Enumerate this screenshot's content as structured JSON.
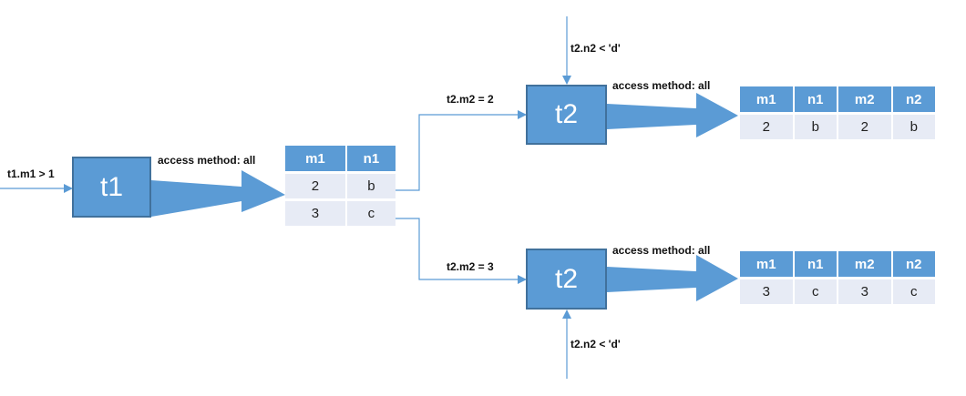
{
  "t1": {
    "name": "t1",
    "condition": "t1.m1 > 1",
    "access": "access method: all",
    "result": {
      "columns": [
        "m1",
        "n1"
      ],
      "rows": [
        [
          "2",
          "b"
        ],
        [
          "3",
          "c"
        ]
      ]
    }
  },
  "t2_top": {
    "name": "t2",
    "join": "t2.m2 = 2",
    "condition": "t2.n2 < 'd'",
    "access": "access method: all",
    "result": {
      "columns": [
        "m1",
        "n1",
        "m2",
        "n2"
      ],
      "rows": [
        [
          "2",
          "b",
          "2",
          "b"
        ]
      ]
    }
  },
  "t2_bottom": {
    "name": "t2",
    "join": "t2.m2 = 3",
    "condition": "t2.n2 < 'd'",
    "access": "access method: all",
    "result": {
      "columns": [
        "m1",
        "n1",
        "m2",
        "n2"
      ],
      "rows": [
        [
          "3",
          "c",
          "3",
          "c"
        ]
      ]
    }
  },
  "colors": {
    "box_fill": "#5b9bd5",
    "box_border": "#41719c",
    "header_fill": "#5b9bd5",
    "cell_fill": "#e7ebf5",
    "line": "#5b9bd5"
  }
}
